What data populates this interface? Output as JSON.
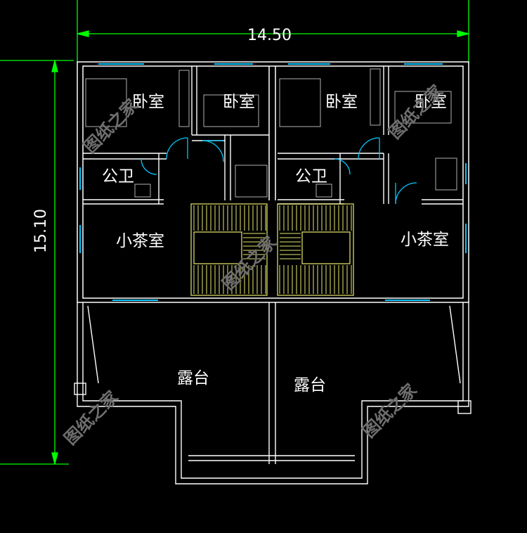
{
  "dimensions": {
    "width": "14.50",
    "depth": "15.10"
  },
  "rooms": {
    "bedroom_1": "卧室",
    "bedroom_2": "卧室",
    "bedroom_3": "卧室",
    "bedroom_4": "卧室",
    "bathroom_left": "公卫",
    "bathroom_right": "公卫",
    "tea_room_left": "小茶室",
    "tea_room_right": "小茶室",
    "terrace_left": "露台",
    "terrace_right": "露台"
  },
  "watermark": "图纸之家",
  "colors": {
    "background": "#000000",
    "walls": "#ffffff",
    "dimension_lines": "#00ff00",
    "windows": "#00c8ff",
    "stairs": "#e8e870",
    "furniture": "#b0b0b0"
  }
}
